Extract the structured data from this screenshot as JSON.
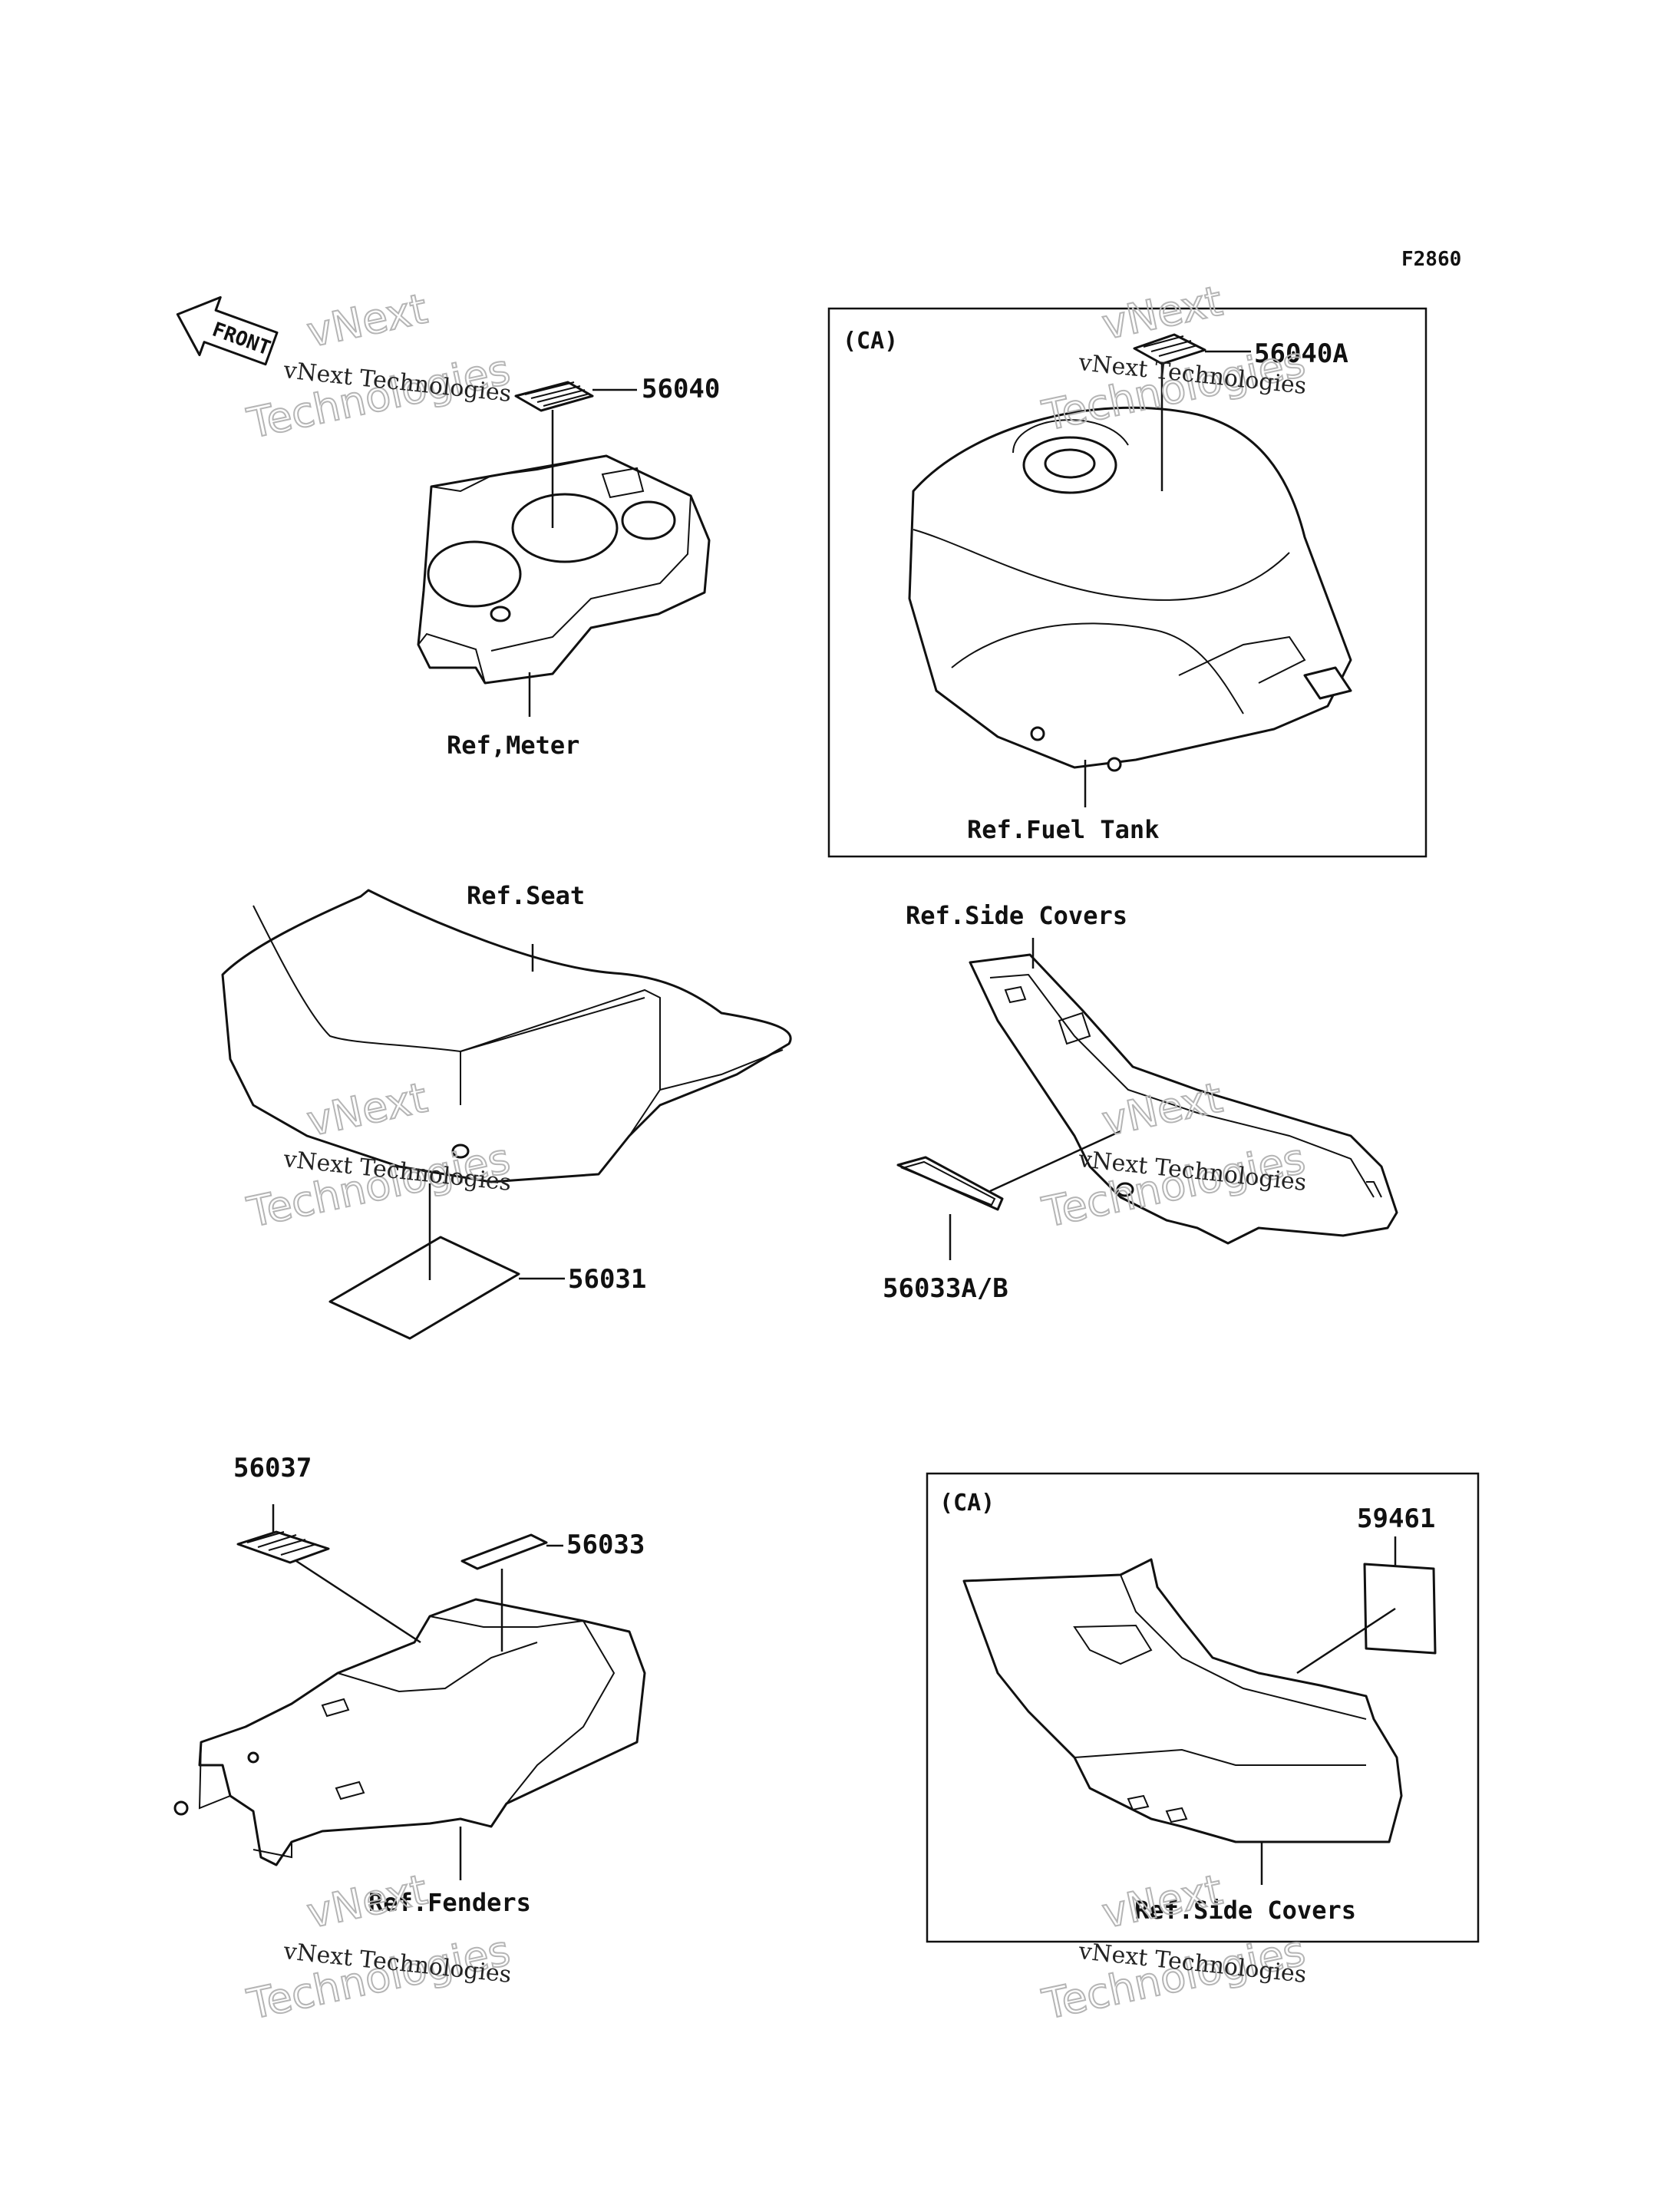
{
  "figure_code": "F2860",
  "front_label": "FRONT",
  "watermark": {
    "line1": "vNext Technologies",
    "outline_a": "vNext",
    "outline_b": "Technologies"
  },
  "boxes": {
    "fuel_tank_box_tag": "(CA)",
    "side_cover_box_tag": "(CA)"
  },
  "parts": {
    "meter_label": "56040",
    "meter_ref": "Ref,Meter",
    "tank_label": "56040A",
    "tank_ref": "Ref.Fuel Tank",
    "seat_ref": "Ref.Seat",
    "seat_label": "56031",
    "side_cover_ref": "Ref.Side Covers",
    "side_cover_label": "56033A/B",
    "fender_label_a": "56037",
    "fender_label_b": "56033",
    "fender_ref": "Ref.Fenders",
    "ca_side_cover_label": "59461",
    "ca_side_cover_ref": "Ref.Side Covers"
  }
}
